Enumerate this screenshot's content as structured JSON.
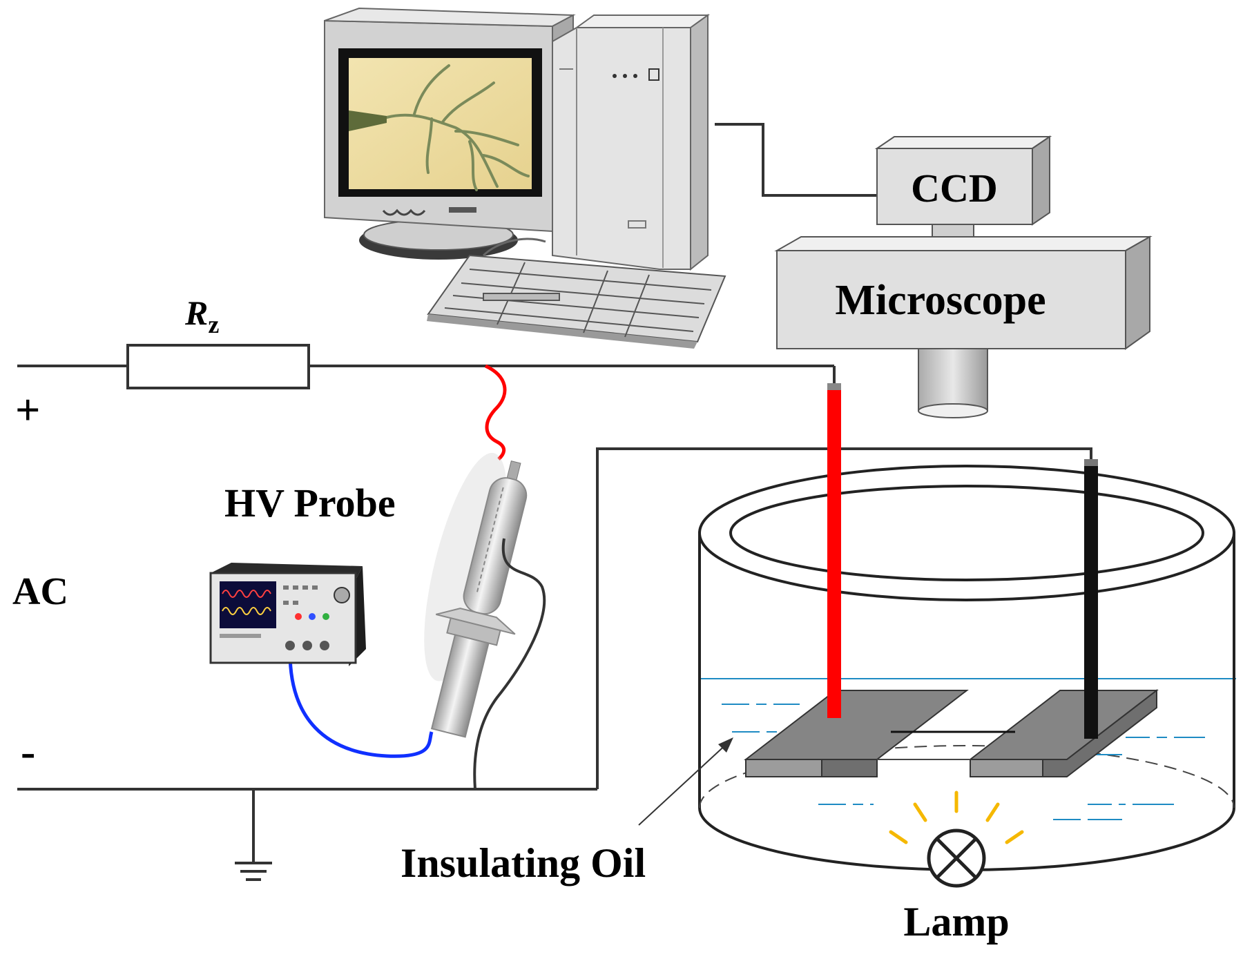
{
  "labels": {
    "ccd": "CCD",
    "microscope": "Microscope",
    "resistor_main": "R",
    "resistor_sub": "z",
    "plus": "+",
    "minus": "-",
    "ac": "AC",
    "hv_probe": "HV Probe",
    "insulating_oil": "Insulating Oil",
    "lamp": "Lamp"
  },
  "colors": {
    "wire": "#333333",
    "hv_electrode": "#ff0000",
    "ground_electrode": "#111111",
    "oil_line": "#1e8bc3",
    "scope_cable": "#1030ff",
    "lamp_rays": "#f5b800",
    "box_fill": "#e0e0e0",
    "plate": "#808080"
  }
}
